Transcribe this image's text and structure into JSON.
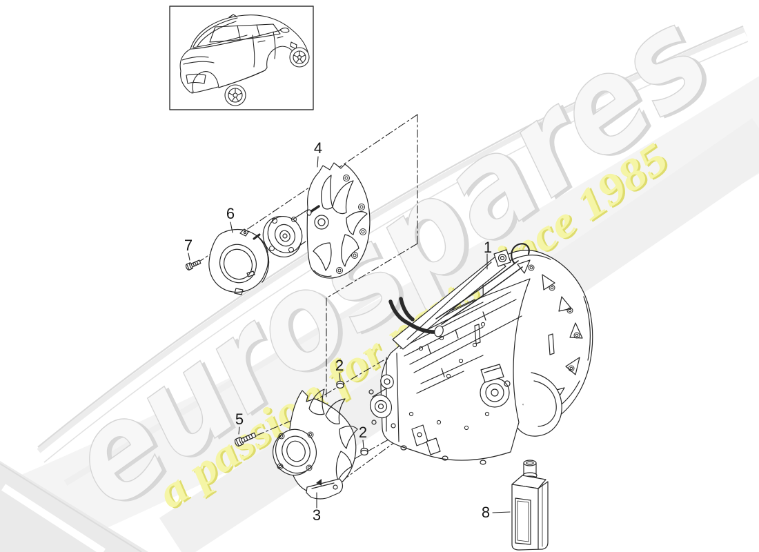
{
  "watermark": {
    "brand": "eurospares",
    "tagline": "a passion for parts since 1985",
    "brand_fill": "#f7f7f7",
    "brand_edge": "#d5d5d5",
    "tagline_fill": "#f5f5a6",
    "tagline_edge": "#dedc6d"
  },
  "callouts": [
    {
      "label": "1"
    },
    {
      "label": "2"
    },
    {
      "label": "2"
    },
    {
      "label": "3"
    },
    {
      "label": "4"
    },
    {
      "label": "5"
    },
    {
      "label": "6"
    },
    {
      "label": "7"
    },
    {
      "label": "8"
    }
  ],
  "colors": {
    "line": "#262626",
    "background": "#ffffff",
    "swoosh": "#e9e9e9"
  }
}
